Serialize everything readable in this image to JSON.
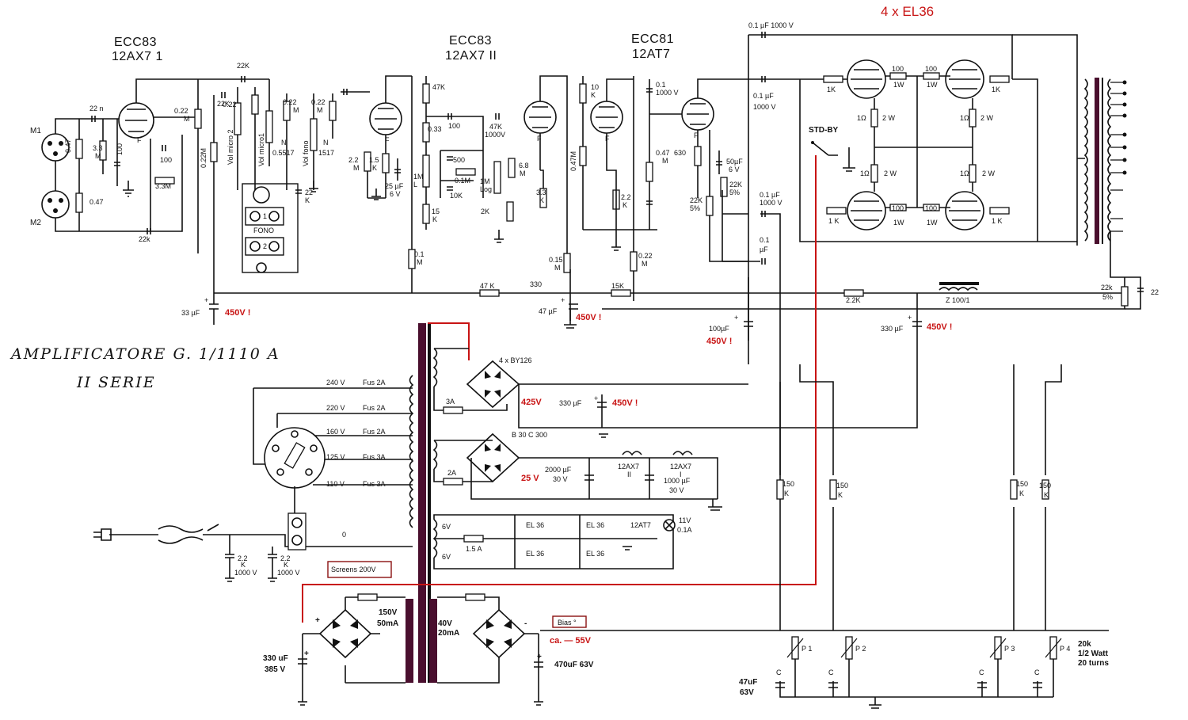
{
  "title": {
    "line1": "AMPLIFICATORE  G. 1/1110  A",
    "line2": "II   SERIE"
  },
  "tubes": {
    "v1_type": "ECC83",
    "v1_sub": "12AX7 1",
    "v2_type": "ECC83",
    "v2_sub": "12AX7 II",
    "v3_type": "ECC81",
    "v3_sub": "12AT7",
    "output": "4 x EL36"
  },
  "inputs": {
    "m1": "M1",
    "m2": "M2",
    "fono": "FONO",
    "fono1": "1",
    "fono2": "2"
  },
  "labels": {
    "c22n": "22 n",
    "r047a": "0.47",
    "r33m": "3.3\nM",
    "c100a": "100",
    "c100b": "100",
    "r33m2": "3.3M",
    "r047b": "0.47",
    "c22k_bot": "22k",
    "c22k_top": "22K",
    "r022m_a": "0.22\nM",
    "r022m_b": "0.22M",
    "c22k_b": "22K",
    "r022m_c": "0.22\nM",
    "n05517": "N\n0.5517",
    "vol_micro2": "Vol micro 2",
    "vol_micro1": "Vol micro1",
    "r022m_d": "0.22\nM",
    "vol_fono": "Vol fono",
    "n1517": "N\n1517",
    "c22k_c": "22\nK",
    "r22m": "2.2\nM",
    "r15k": "1.5\nK",
    "c25uf": "25 µF\n6 V",
    "r1m": "1M\nL",
    "r47k": "47K",
    "r033": "0.33",
    "c100c": "100",
    "r500": "500",
    "r01m": "0.1M",
    "r10k": "10K",
    "r15k_b": "15\nK",
    "c47k": "47K\n1000V",
    "r1mlog": "1M\nLog",
    "r2k": "2K",
    "r68m": "6.8\nM",
    "r33k": "3.3\nK",
    "r10k_b": "10\nK",
    "r047m": "0.47M",
    "r22k": "2.2\nK",
    "c01": "0.1\n1000 V",
    "r047m_b": "0.47\nM",
    "r22k_b": "22K\n5%",
    "c50uf": "50µF\n6 V",
    "r22k_c": "22K\n5%",
    "r01m_b": "0.1\nM",
    "r015m": "0.15\nM",
    "r022m_e": "0.22\nM",
    "bus47k": "47 K",
    "bus330": "330",
    "bus15k": "15K",
    "bus22k": "2.2K",
    "bus_z": "Z 100/1",
    "c33uf": "33 µF",
    "c47uf": "47 µF",
    "c100uf": "100µF",
    "c330uf": "330 µF",
    "r22k5": "22k\n5%",
    "r22": "22",
    "c01_1000": "0.1 µF  1000 V",
    "c01_1000b": "0.1 µF\n1000 V",
    "c01_1000c": "0.1 µF\n1000 V",
    "c01uf": "0.1\nµF",
    "r1k_a": "1K",
    "r1k_b": "1K",
    "r1k_c": "1 K",
    "r1k_d": "1 K",
    "r100_a": "100\n1W",
    "r100_b": "100\n1W",
    "r100_c": "100\n1W",
    "r100_d": "100\n1W",
    "r1o_a": "1Ω",
    "r1o_b": "1Ω",
    "r1o_c": "1Ω",
    "r1o_d": "1Ω",
    "w2": "2 W",
    "stdby": "STD-BY",
    "v240": "240 V",
    "v220": "220 V",
    "v160": "160 V",
    "v125": "125 V",
    "v110": "110 V",
    "fus2a": "Fus 2A",
    "fus3a": "Fus 3A",
    "zero": "0",
    "bridge1": "4 x BY126",
    "fuse3a": "3A",
    "c330b": "330 µF",
    "bridge2": "B 30  C 300",
    "fuse2a": "2A",
    "c2000": "2000 µF\n30 V",
    "h12ax7_2": "12AX7\nII",
    "h12ax7_1": "12AX7\nI",
    "c1000uf": "1000 µF\n30 V",
    "v6a": "6V",
    "v6b": "6V",
    "f15a": "1.5 A",
    "el36": "EL 36",
    "h12at7": "12AT7",
    "lamp": "11V\n0.1A",
    "c22k_1000": "2.2\nK\n1000 V",
    "r150k": "150\nK",
    "sec150": "150V\n50mA",
    "sec40": "40V\n20mA",
    "c330_385": "330 uF\n385 V",
    "c470": "470uF 63V",
    "c47_63": "47uF\n63V",
    "pot_spec": "20k\n1/2 Watt\n20 turns",
    "p1": "P 1",
    "p2": "P 2",
    "p3": "P 3",
    "p4": "P 4",
    "cc": "C"
  },
  "annotations": {
    "v450a": "450V !",
    "v450b": "450V !",
    "v450c": "450V !",
    "v450d": "450V !",
    "v450e": "450V !",
    "v425": "425V",
    "v25": "25 V",
    "screens": "Screens 200V",
    "bias": "Bias °",
    "bias_v": "ca.  — 55V"
  },
  "colors": {
    "ink": "#111111",
    "annotation": "#c81414",
    "core": "#4a0f2e"
  }
}
